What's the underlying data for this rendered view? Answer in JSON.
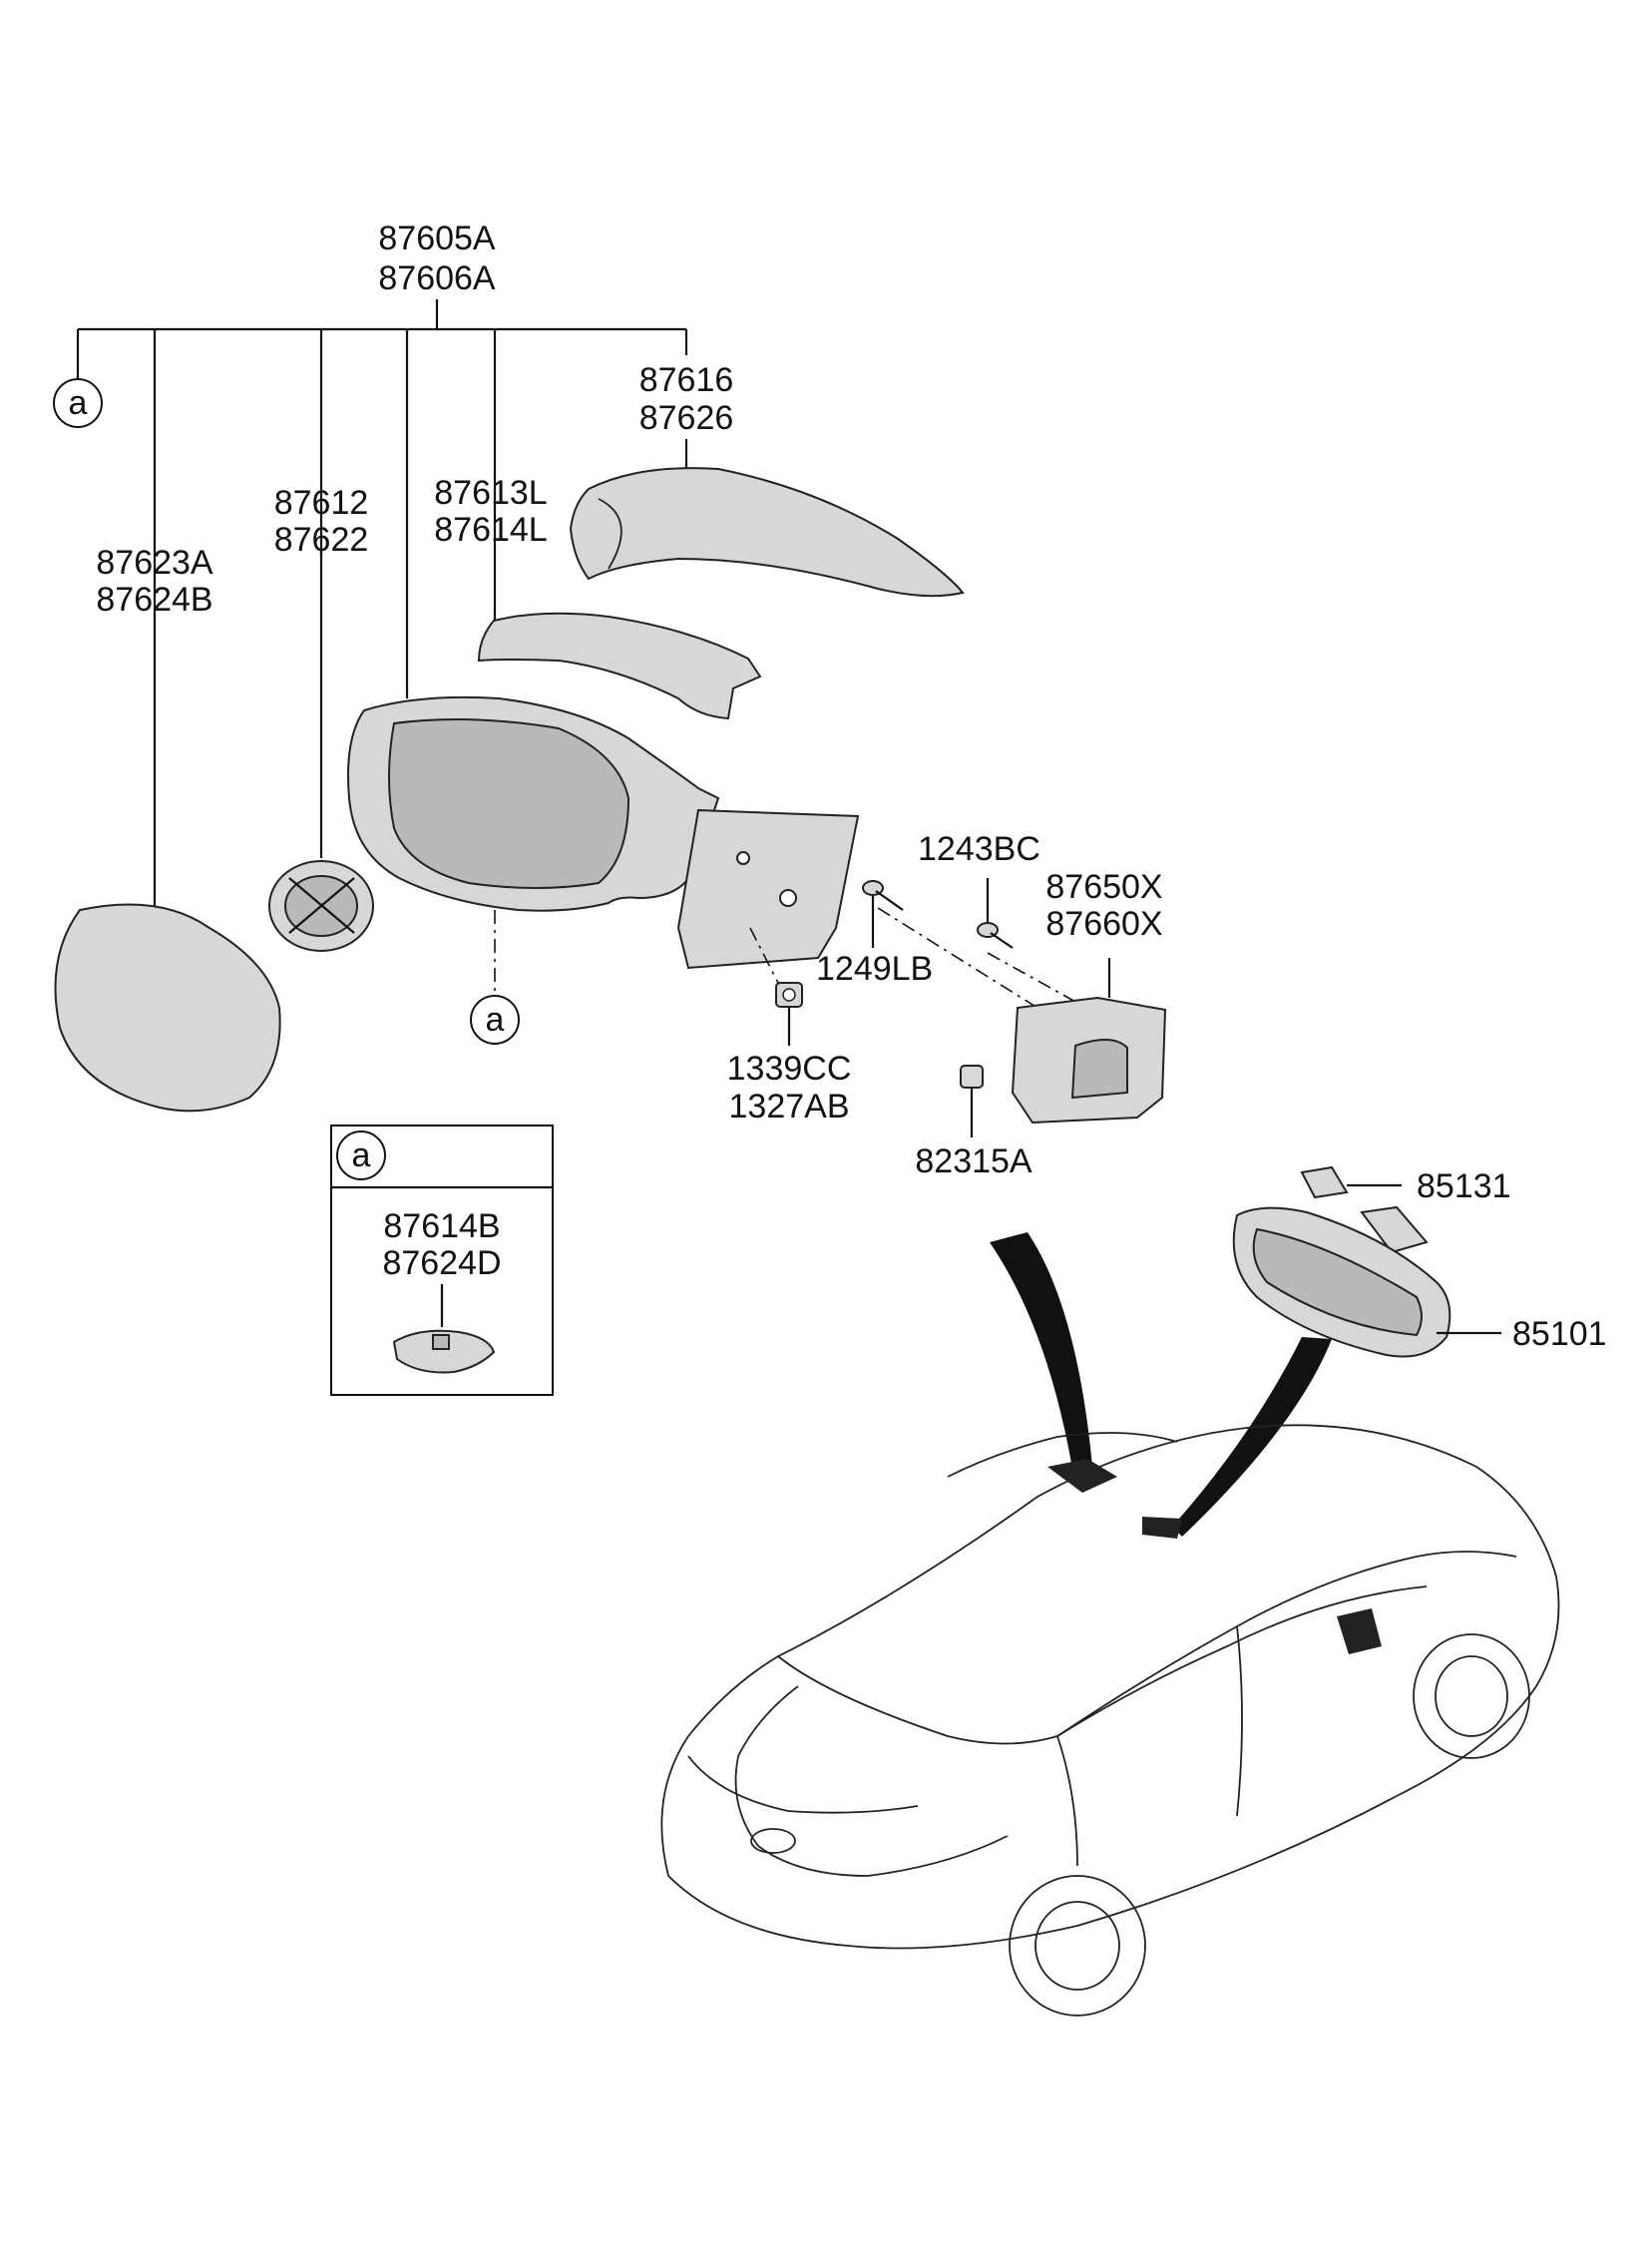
{
  "callouts": {
    "ref_letter": "a",
    "main_assembly": [
      "87605A",
      "87606A"
    ],
    "cover": [
      "87616",
      "87626"
    ],
    "side_repeater": [
      "87613L",
      "87614L"
    ],
    "actuator": [
      "87612",
      "87622"
    ],
    "mirror_glass": [
      "87623A",
      "87624B"
    ],
    "screw": "1243BC",
    "bolt": "1249LB",
    "trim_cover": [
      "87650X",
      "87660X"
    ],
    "nut": [
      "1339CC",
      "1327AB"
    ],
    "clip": "82315A",
    "inset_part": [
      "87614B",
      "87624D"
    ],
    "rain_sensor_cover": "85131",
    "inside_mirror": "85101"
  }
}
